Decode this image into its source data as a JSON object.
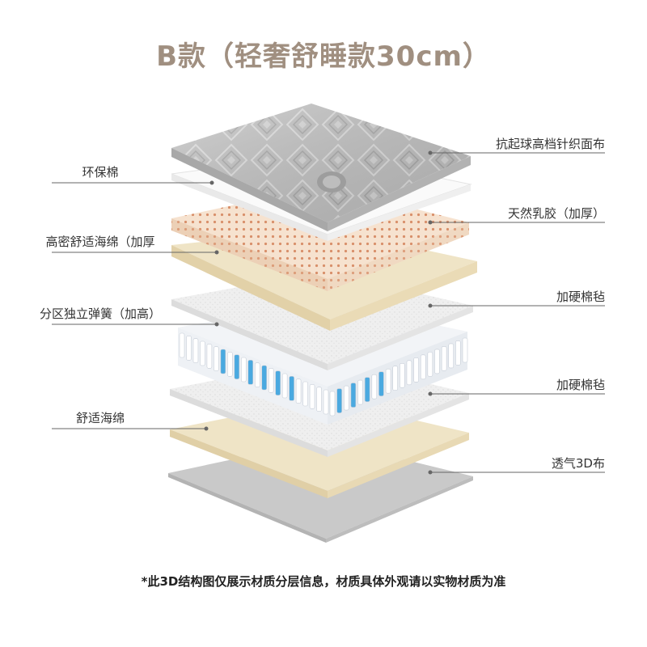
{
  "title": "B款（轻奢舒睡款30cm）",
  "left_labels": [
    "环保棉",
    "高密舒适海绵（加厚",
    "分区独立弹簧（加高）",
    "舒适海绵"
  ],
  "right_labels": [
    "抗起球高档针织面布",
    "天然乳胶（加厚）",
    "加硬棉毡",
    "加硬棉毡",
    "透气3D布"
  ],
  "footnote": "*此3D结构图仅展示材质分层信息，材质具体外观请以实物材质为准",
  "colors": {
    "title": "#a08f80",
    "fabric": "#b8b8b8",
    "latex": "#f6e2cf",
    "latex_dots": "#d88f6a",
    "foam": "#efe4c6",
    "felt": "#ececec",
    "spring_blue": "#4aa9e0",
    "base_3d": "#c9c9c9",
    "leader_line": "#666666"
  }
}
